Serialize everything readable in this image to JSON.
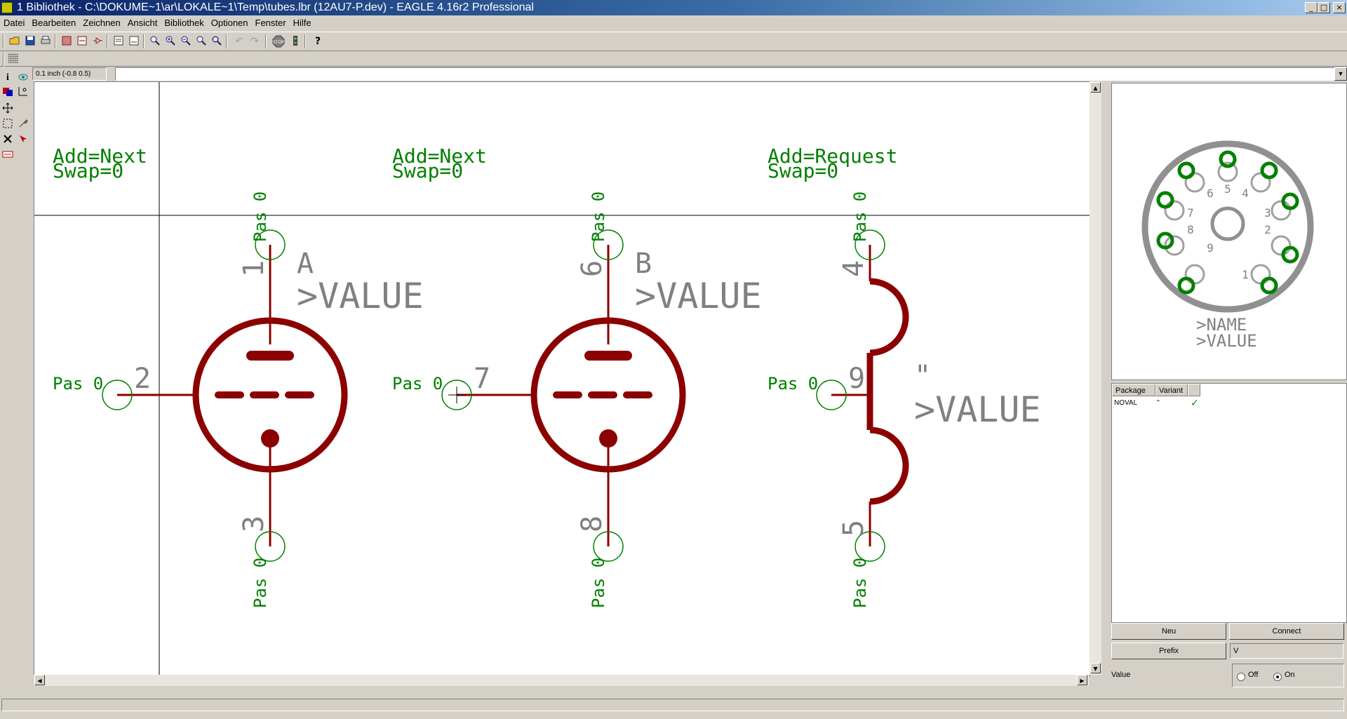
{
  "window": {
    "title": "1 Bibliothek - C:\\DOKUME~1\\ar\\LOKALE~1\\Temp\\tubes.lbr (12AU7-P.dev) - EAGLE 4.16r2 Professional",
    "minimize": "_",
    "maximize": "□",
    "close": "×"
  },
  "menu": [
    "Datei",
    "Bearbeiten",
    "Zeichnen",
    "Ansicht",
    "Bibliothek",
    "Optionen",
    "Fenster",
    "Hilfe"
  ],
  "coordinate_display": "0.1 inch (-0.8 0.5)",
  "toolbar_icons": {
    "stop": "STOP",
    "help": "?"
  },
  "colors": {
    "symbol": "#8b0000",
    "pin_text": "#008000",
    "label_gray": "#808080",
    "pad_green": "#008000"
  },
  "canvas": {
    "gates": [
      {
        "name": "A",
        "value": ">VALUE",
        "add": "Add=Next",
        "swap": "Swap=0",
        "pins": [
          {
            "pad": "1",
            "label": "Pas 0"
          },
          {
            "pad": "2",
            "label": "Pas 0"
          },
          {
            "pad": "3",
            "label": "Pas 0"
          }
        ]
      },
      {
        "name": "B",
        "value": ">VALUE",
        "add": "Add=Next",
        "swap": "Swap=0",
        "pins": [
          {
            "pad": "6",
            "label": "Pas 0"
          },
          {
            "pad": "7",
            "label": "Pas 0"
          },
          {
            "pad": "8",
            "label": "Pas 0"
          }
        ]
      },
      {
        "name": "\"",
        "value": ">VALUE",
        "add": "Add=Request",
        "swap": "Swap=0",
        "pins": [
          {
            "pad": "4",
            "label": "Pas 0"
          },
          {
            "pad": "9",
            "label": "Pas 0"
          },
          {
            "pad": "5",
            "label": "Pas 0"
          }
        ]
      }
    ]
  },
  "preview": {
    "pin_numbers": [
      "1",
      "2",
      "3",
      "4",
      "5",
      "6",
      "7",
      "8",
      "9"
    ],
    "name": ">NAME",
    "value": ">VALUE"
  },
  "package_table": {
    "headers": [
      "Package",
      "Variant",
      ""
    ],
    "rows": [
      {
        "package": "NOVAL",
        "variant": "''",
        "check": "✓"
      }
    ]
  },
  "buttons": {
    "new": "Neu",
    "connect": "Connect",
    "prefix": "Prefix"
  },
  "prefix_value": "V",
  "value_label": "Value",
  "value_options": {
    "off": "Off",
    "on": "On",
    "selected": "on"
  }
}
